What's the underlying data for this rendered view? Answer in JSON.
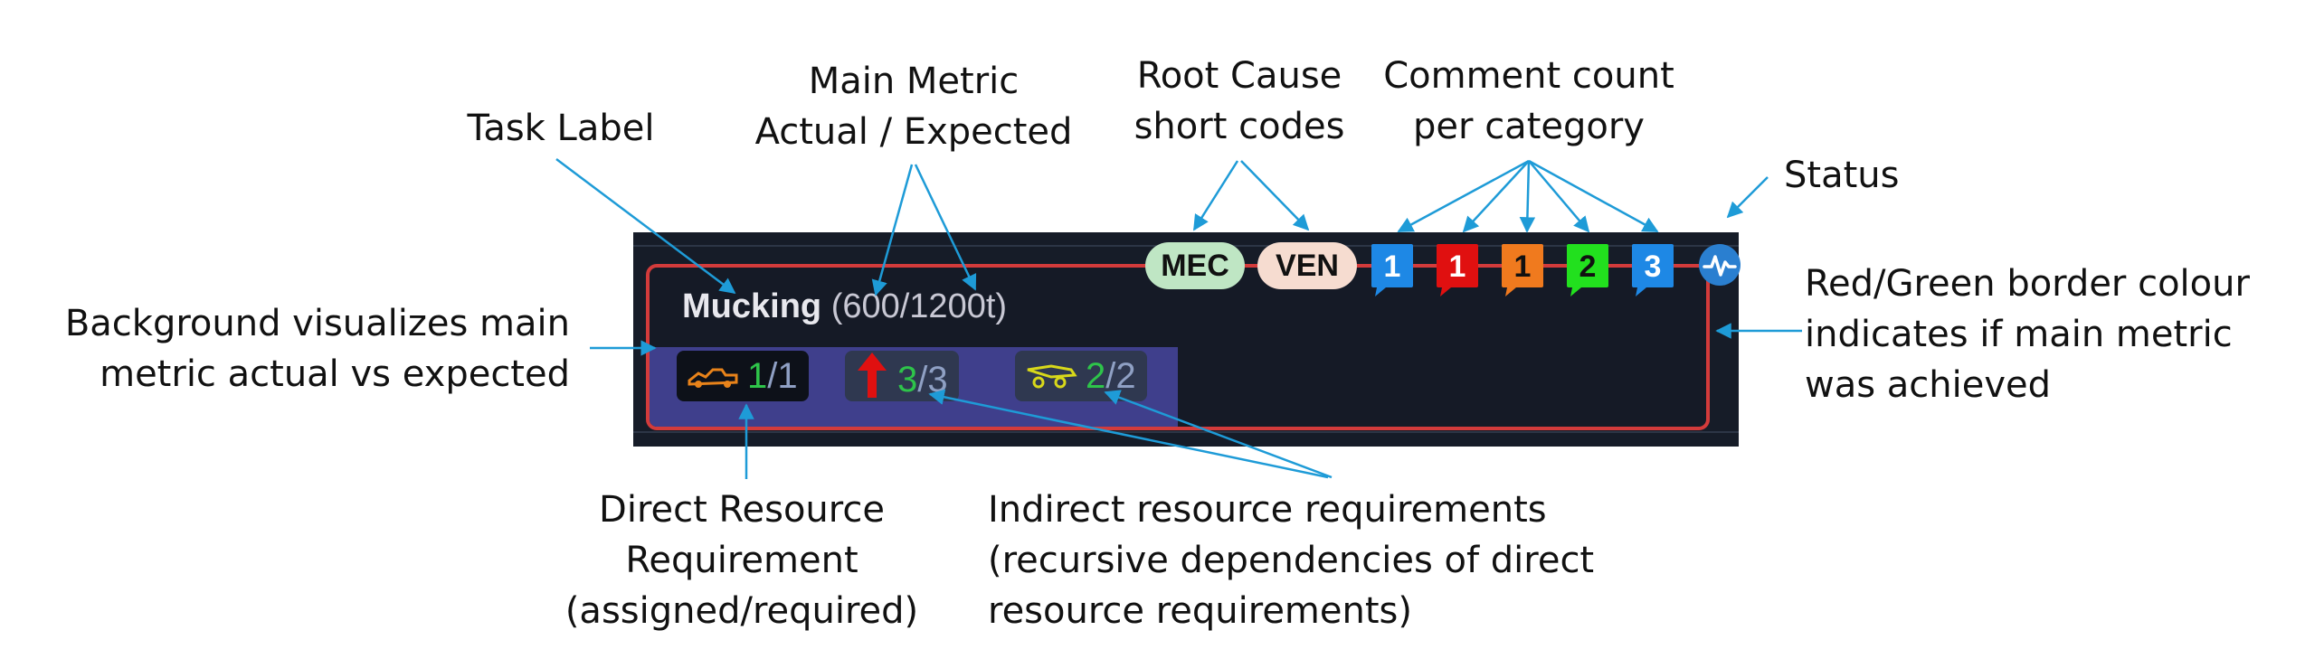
{
  "annotations": {
    "task_label": "Task Label",
    "main_metric_1": "Main Metric",
    "main_metric_2": "Actual / Expected",
    "root_cause_1": "Root Cause",
    "root_cause_2": "short codes",
    "comment_count_1": "Comment count",
    "comment_count_2": "per category",
    "status": "Status",
    "background_1": "Background visualizes main",
    "background_2": "metric actual vs expected",
    "border_1": "Red/Green border colour",
    "border_2": "indicates if main metric",
    "border_3": "was achieved",
    "direct_1": "Direct Resource",
    "direct_2": "Requirement",
    "direct_3": "(assigned/required)",
    "indirect_1": "Indirect resource requirements",
    "indirect_2": "(recursive dependencies of direct",
    "indirect_3": "resource requirements)"
  },
  "task": {
    "name": "Mucking",
    "metric_text": "(600/1200t)",
    "metric_actual": 600,
    "metric_expected": 1200,
    "border_color": "#d33b3b",
    "band_color": "#3f3f8c"
  },
  "root_causes": [
    {
      "code": "MEC",
      "color": "#bfe6c4"
    },
    {
      "code": "VEN",
      "color": "#f6dcd0"
    }
  ],
  "comments": [
    {
      "count": "1",
      "color": "#1e88e5",
      "text_color": "#ffffff"
    },
    {
      "count": "1",
      "color": "#e01010",
      "text_color": "#ffffff"
    },
    {
      "count": "1",
      "color": "#f07a1e",
      "text_color": "#111111"
    },
    {
      "count": "2",
      "color": "#22e01e",
      "text_color": "#111111"
    },
    {
      "count": "3",
      "color": "#1e88e5",
      "text_color": "#ffffff"
    }
  ],
  "status": {
    "icon": "pulse-icon",
    "color": "#2a7fd0"
  },
  "resources": [
    {
      "icon": "loader-icon",
      "assigned": "1",
      "required": "1",
      "icon_color": "#e8831a"
    },
    {
      "icon": "arrow-up-icon",
      "assigned": "3",
      "required": "3",
      "icon_color": "#e01010"
    },
    {
      "icon": "drill-icon",
      "assigned": "2",
      "required": "2",
      "icon_color": "#d8d81a"
    }
  ],
  "colors": {
    "accent_line": "#1e9bd7"
  }
}
